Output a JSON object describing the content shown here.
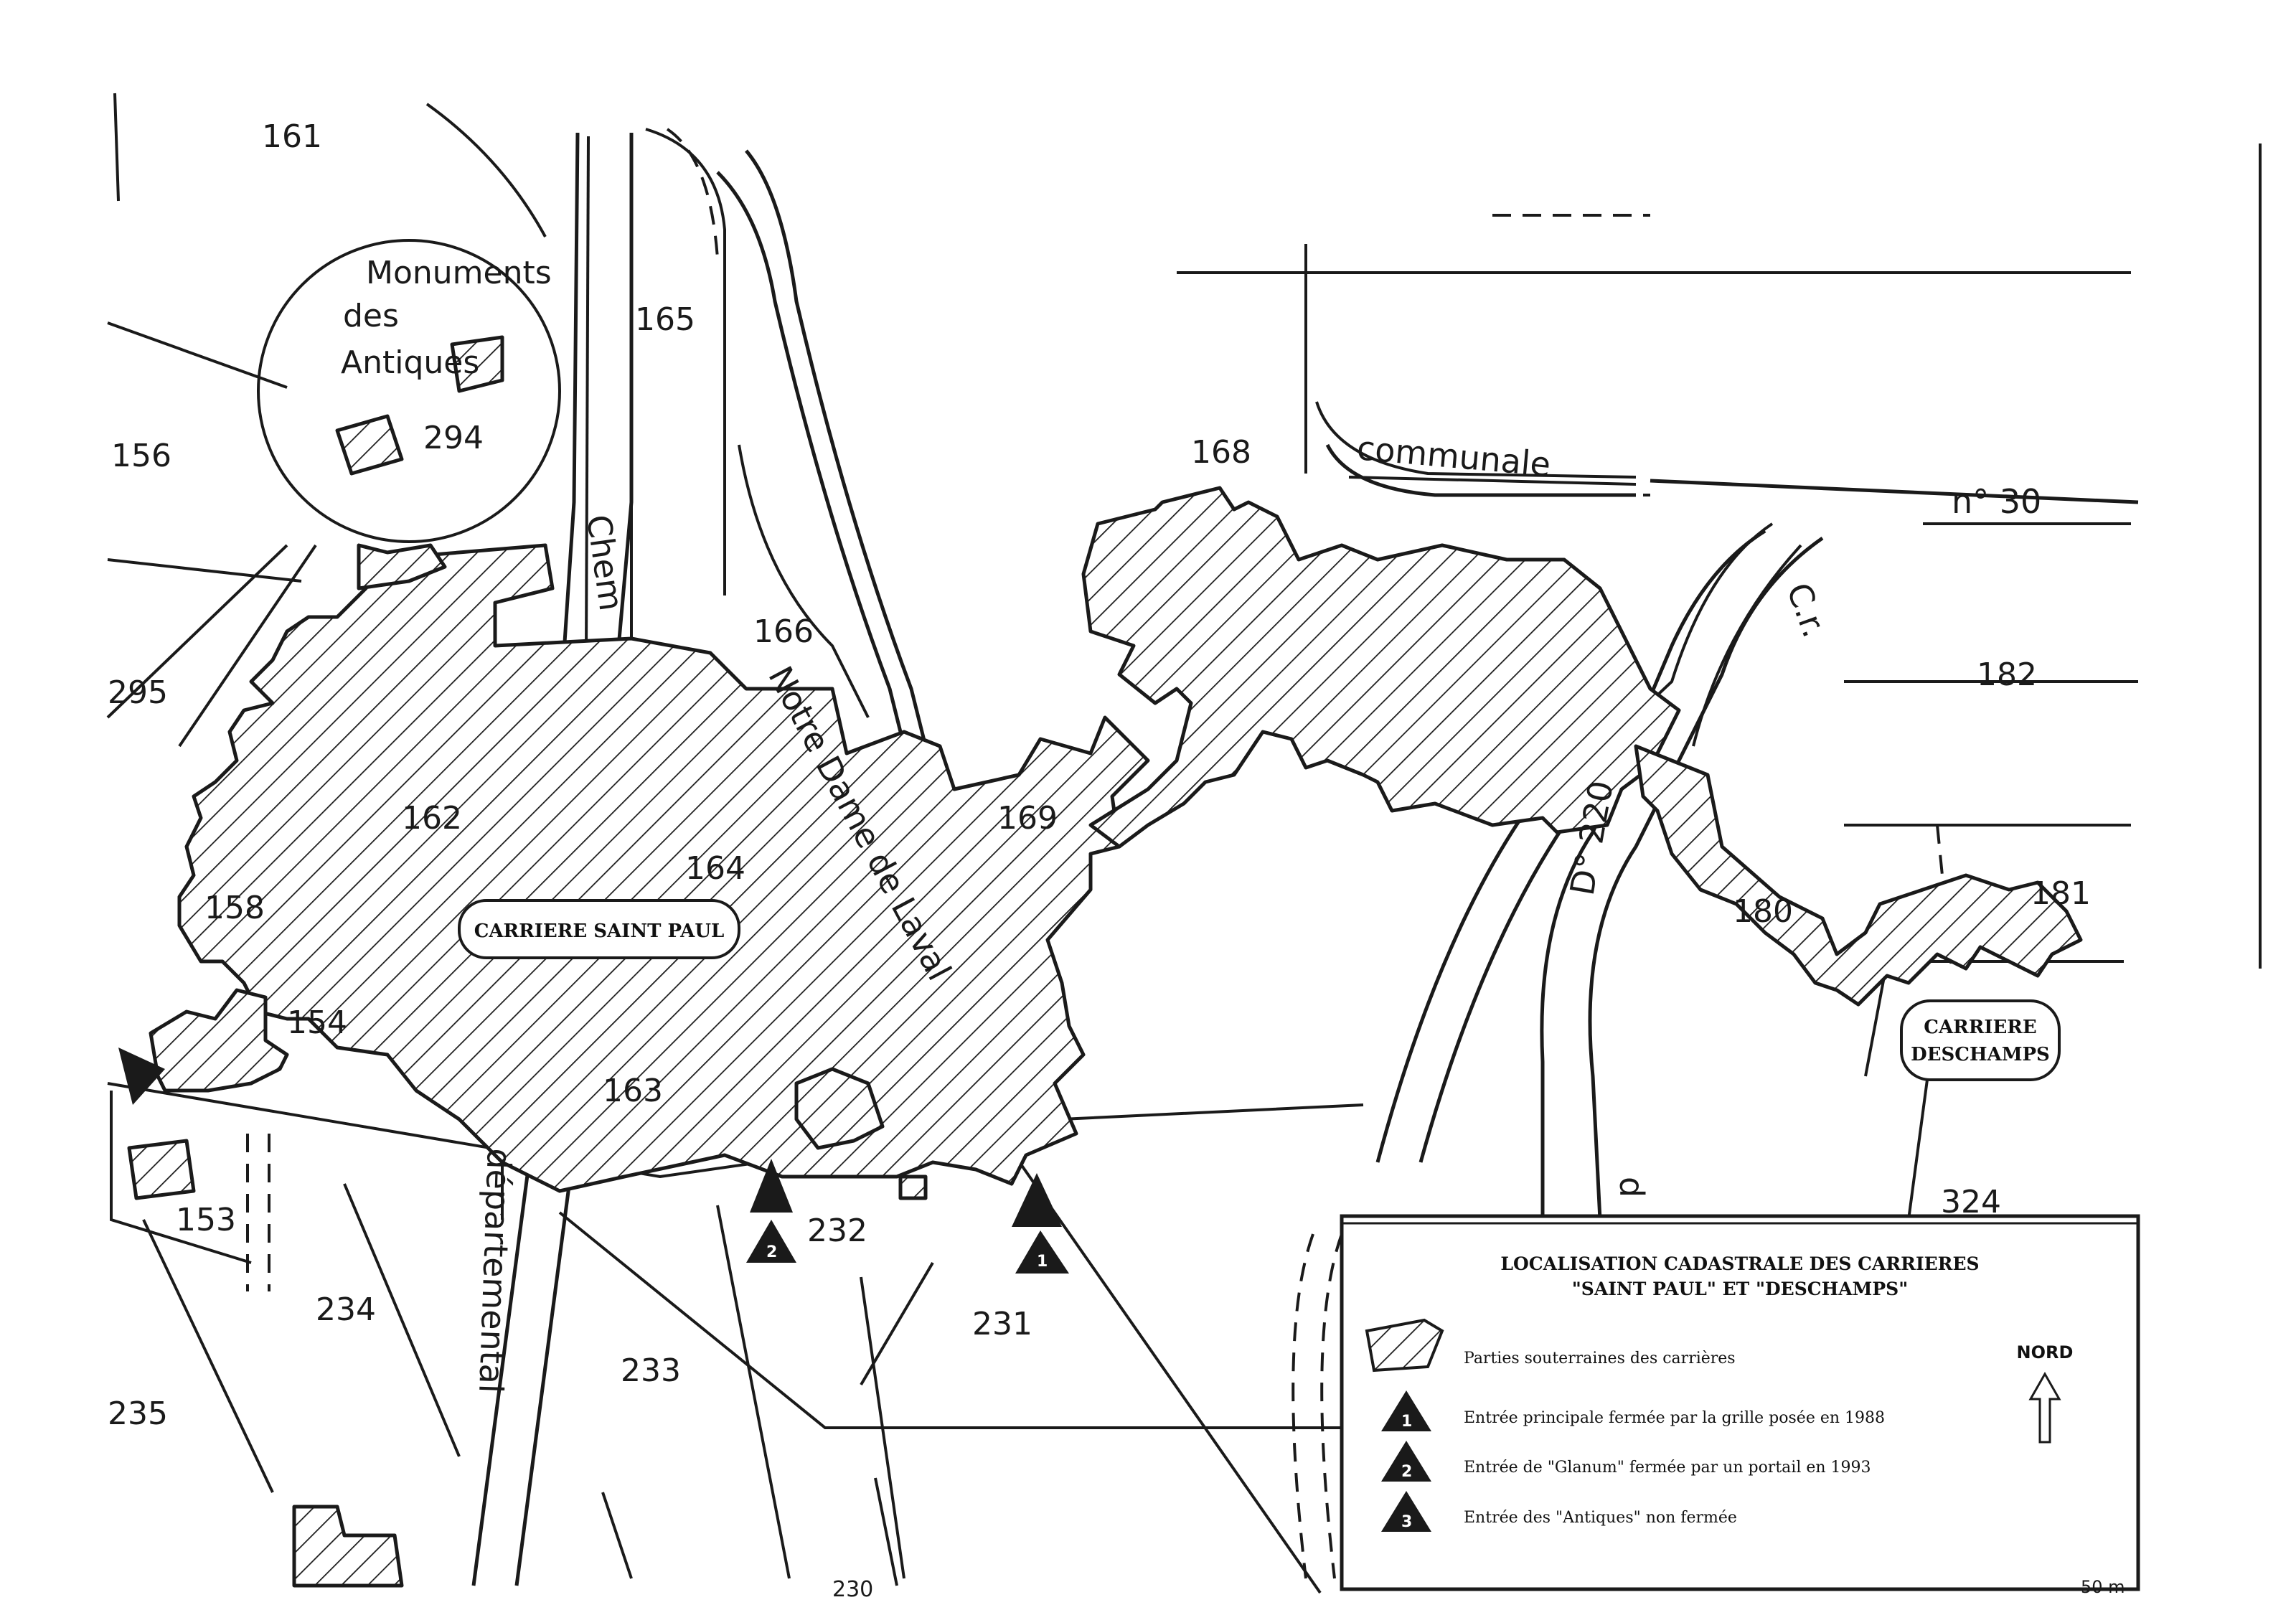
{
  "parcels": [
    "161",
    "156",
    "165",
    "166",
    "168",
    "182",
    "162",
    "164",
    "169",
    "158",
    "154",
    "163",
    "153",
    "234",
    "235",
    "233",
    "232",
    "231",
    "324",
    "181",
    "180",
    "295",
    "294",
    "230"
  ],
  "landmark": {
    "line1": "Monuments",
    "line2": "des",
    "line3": "Antiques"
  },
  "roads": {
    "chemin": "Chem",
    "departemental": "départemental",
    "communale": "communale",
    "number": "n° 30",
    "cr": "C.r.",
    "notre_dame": "Notre Dame de Laval",
    "d220": "D° 220",
    "d": "d"
  },
  "labels": {
    "carriere_saint_paul": "CARRIERE SAINT PAUL",
    "carriere_deschamps_1": "CARRIERE",
    "carriere_deschamps_2": "DESCHAMPS"
  },
  "markers": [
    "1",
    "2",
    "3"
  ],
  "legend": {
    "title_line1": "LOCALISATION CADASTRALE DES CARRIERES",
    "title_line2": "\"SAINT PAUL\" ET \"DESCHAMPS\"",
    "items": [
      "Parties souterraines des carrières",
      "Entrée principale fermée par la grille posée en 1988",
      "Entrée de \"Glanum\" fermée par un portail en 1993",
      "Entrée des \"Antiques\" non fermée"
    ],
    "north": "NORD"
  },
  "scale": "50 m"
}
